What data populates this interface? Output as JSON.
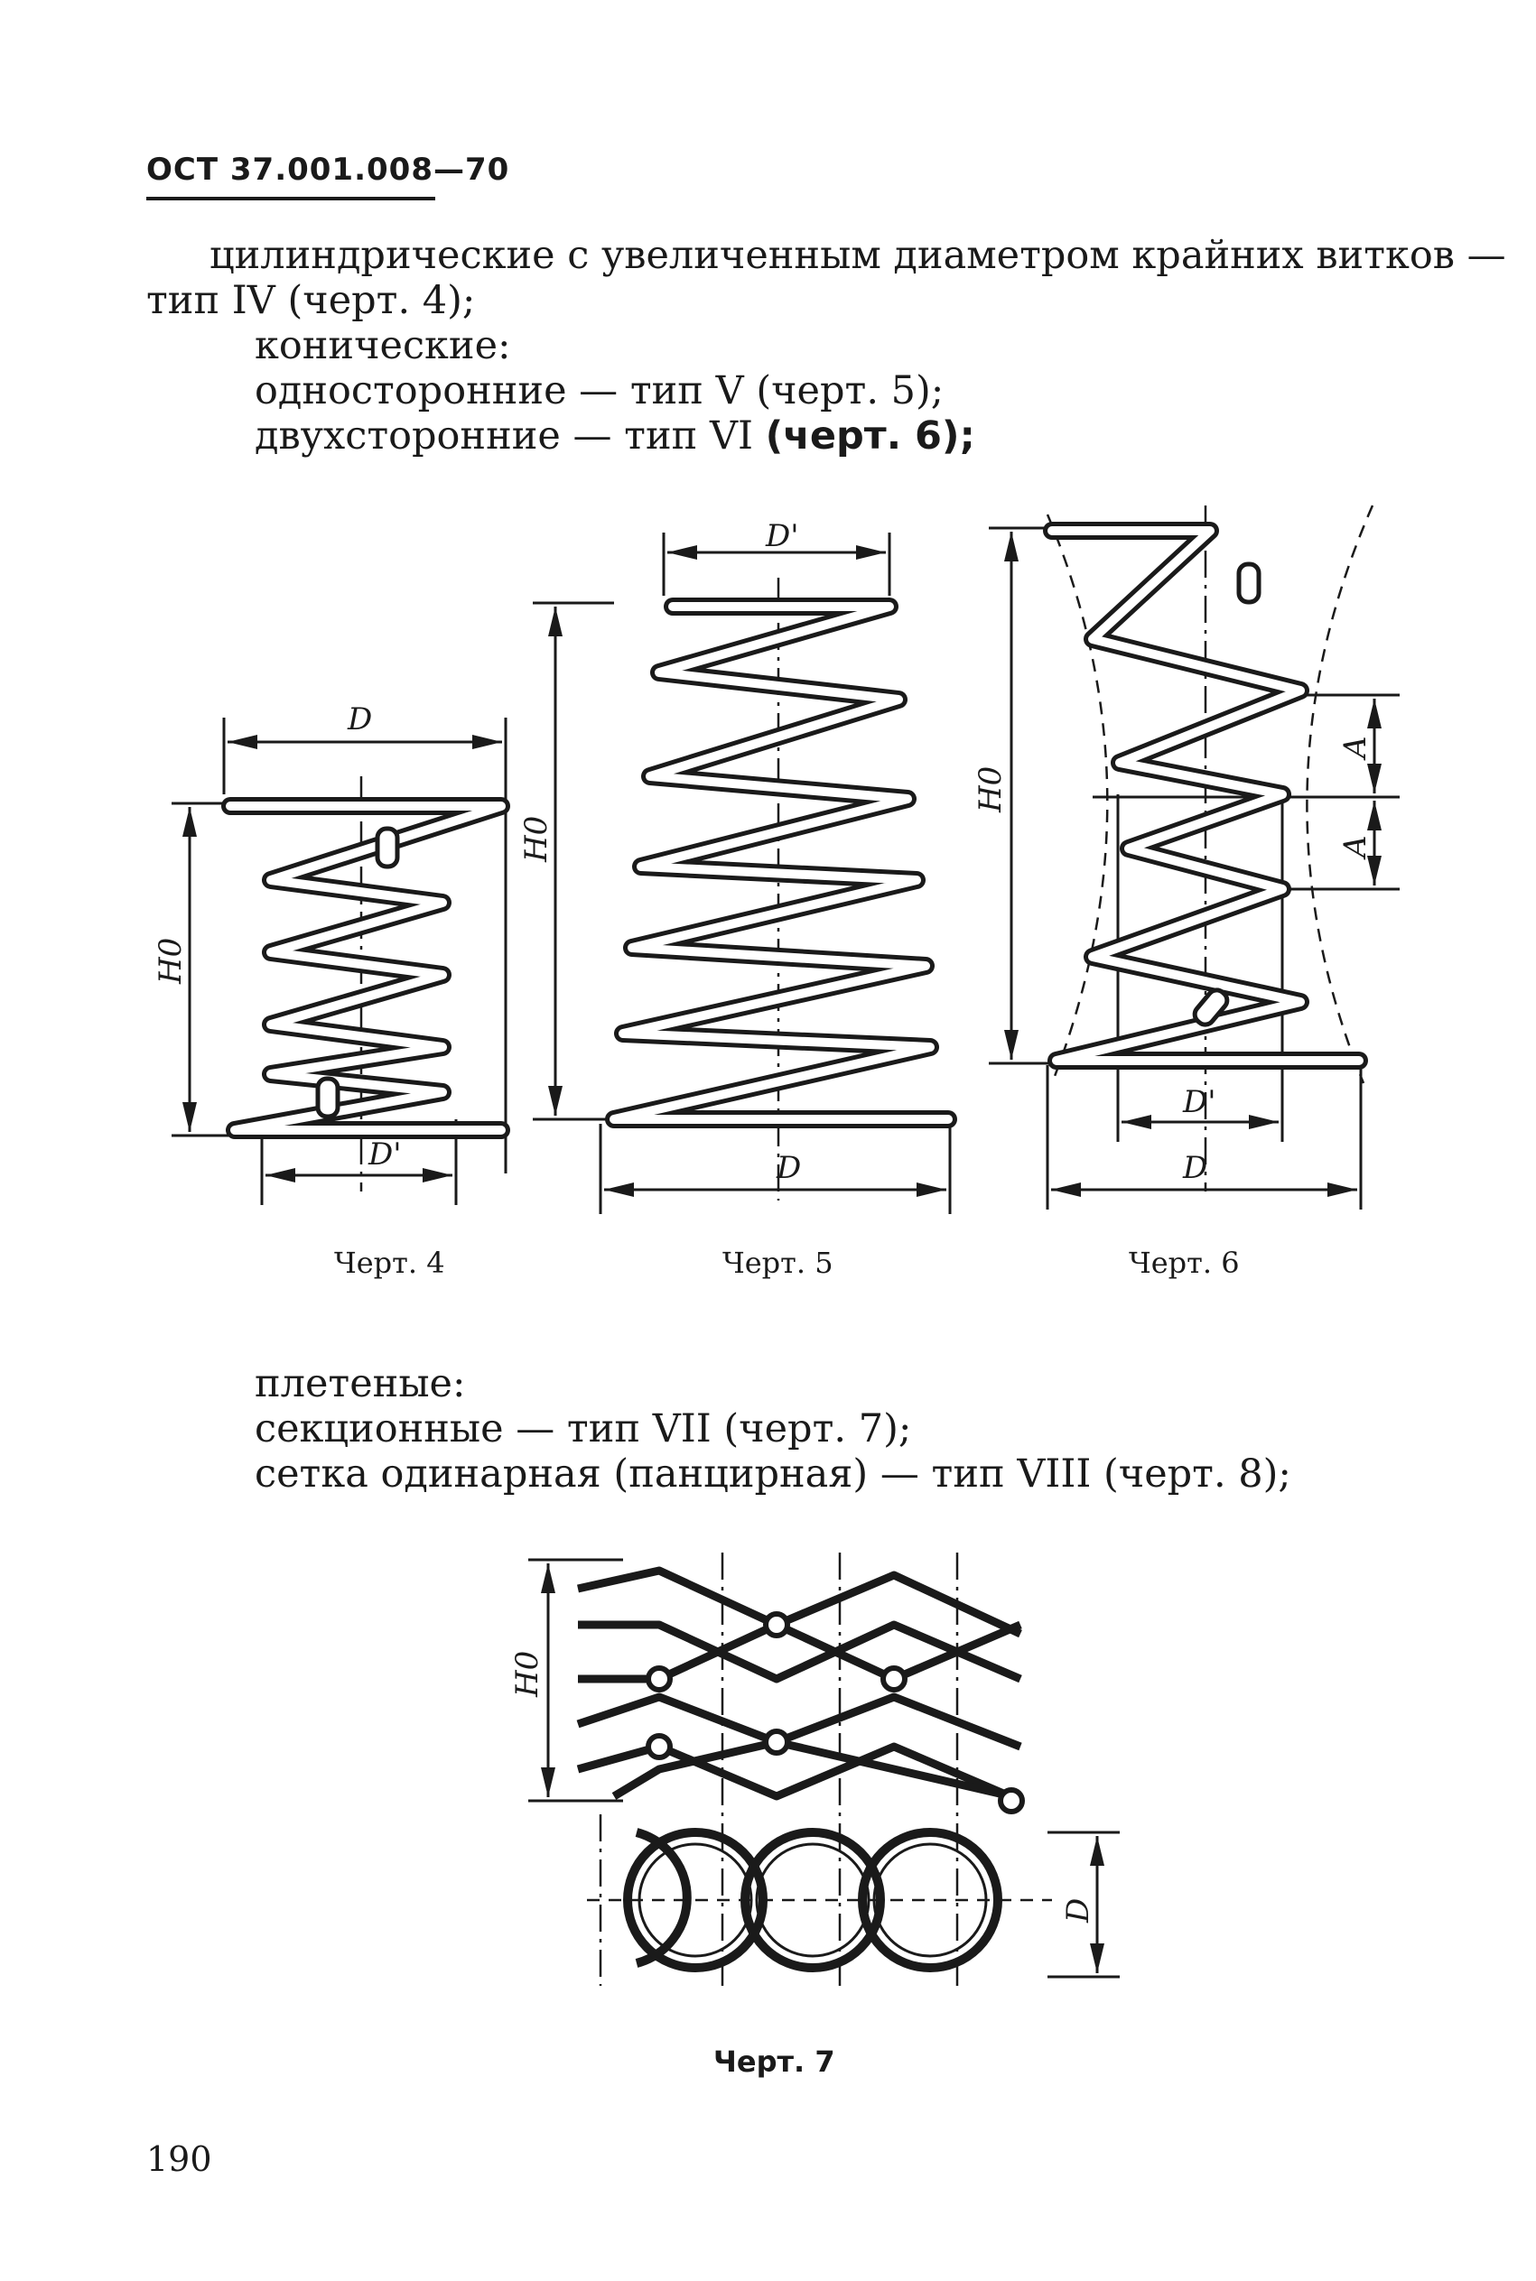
{
  "header": {
    "code": "ОСТ 37.001.008—70"
  },
  "text_top": {
    "line1": "цилиндрические с увеличенным диаметром крайних витков —",
    "line2": "тип IV (черт. 4);",
    "line3": "конические:",
    "line4": "односторонние — тип V (черт. 5);",
    "line5a": "двухсторонние — тип VI ",
    "line5b": "(черт. 6);"
  },
  "figures": {
    "fig4": {
      "caption": "Черт. 4",
      "label_d": "D",
      "label_d_prime": "D'",
      "label_h": "H0"
    },
    "fig5": {
      "caption": "Черт. 5",
      "label_d": "D",
      "label_d_prime": "D'",
      "label_h": "H0"
    },
    "fig6": {
      "caption": "Черт. 6",
      "label_d": "D",
      "label_d_prime": "D'",
      "label_h": "H0",
      "label_a": "A"
    },
    "fig7": {
      "caption": "Черт. 7",
      "label_h": "H0",
      "label_d": "D"
    }
  },
  "text_mid": {
    "line1": "плетеные:",
    "line2": "секционные — тип VII (черт. 7);",
    "line3": "сетка одинарная (панцирная) — тип VIII (черт. 8);"
  },
  "page": {
    "number": "190"
  }
}
